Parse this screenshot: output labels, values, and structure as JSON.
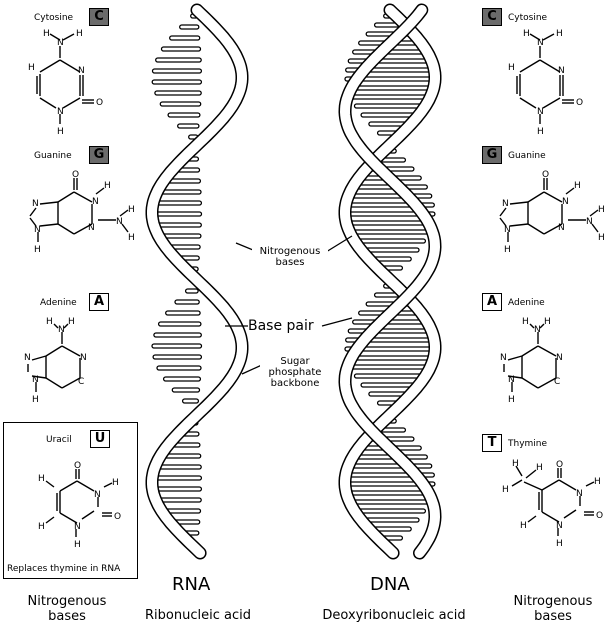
{
  "bases_left": {
    "cytosine": {
      "name": "Cytosine",
      "letter": "C"
    },
    "guanine": {
      "name": "Guanine",
      "letter": "G"
    },
    "adenine": {
      "name": "Adenine",
      "letter": "A"
    },
    "uracil": {
      "name": "Uracil",
      "letter": "U",
      "note": "Replaces thymine in RNA"
    }
  },
  "bases_right": {
    "cytosine": {
      "name": "Cytosine",
      "letter": "C"
    },
    "guanine": {
      "name": "Guanine",
      "letter": "G"
    },
    "adenine": {
      "name": "Adenine",
      "letter": "A"
    },
    "thymine": {
      "name": "Thymine",
      "letter": "T"
    }
  },
  "annotations": {
    "nitrogenous_bases": [
      "Nitrogenous",
      "bases"
    ],
    "base_pair": "Base pair",
    "backbone": [
      "Sugar",
      "phosphate",
      "backbone"
    ]
  },
  "rna": {
    "title": "RNA",
    "subtitle": "Ribonucleic acid"
  },
  "dna": {
    "title": "DNA",
    "subtitle": "Deoxyribonucleic acid"
  },
  "bottom": {
    "left": [
      "Nitrogenous",
      "bases"
    ],
    "right": [
      "Nitrogenous",
      "bases"
    ]
  },
  "atoms": {
    "H": "H",
    "N": "N",
    "O": "O",
    "C": "C"
  }
}
